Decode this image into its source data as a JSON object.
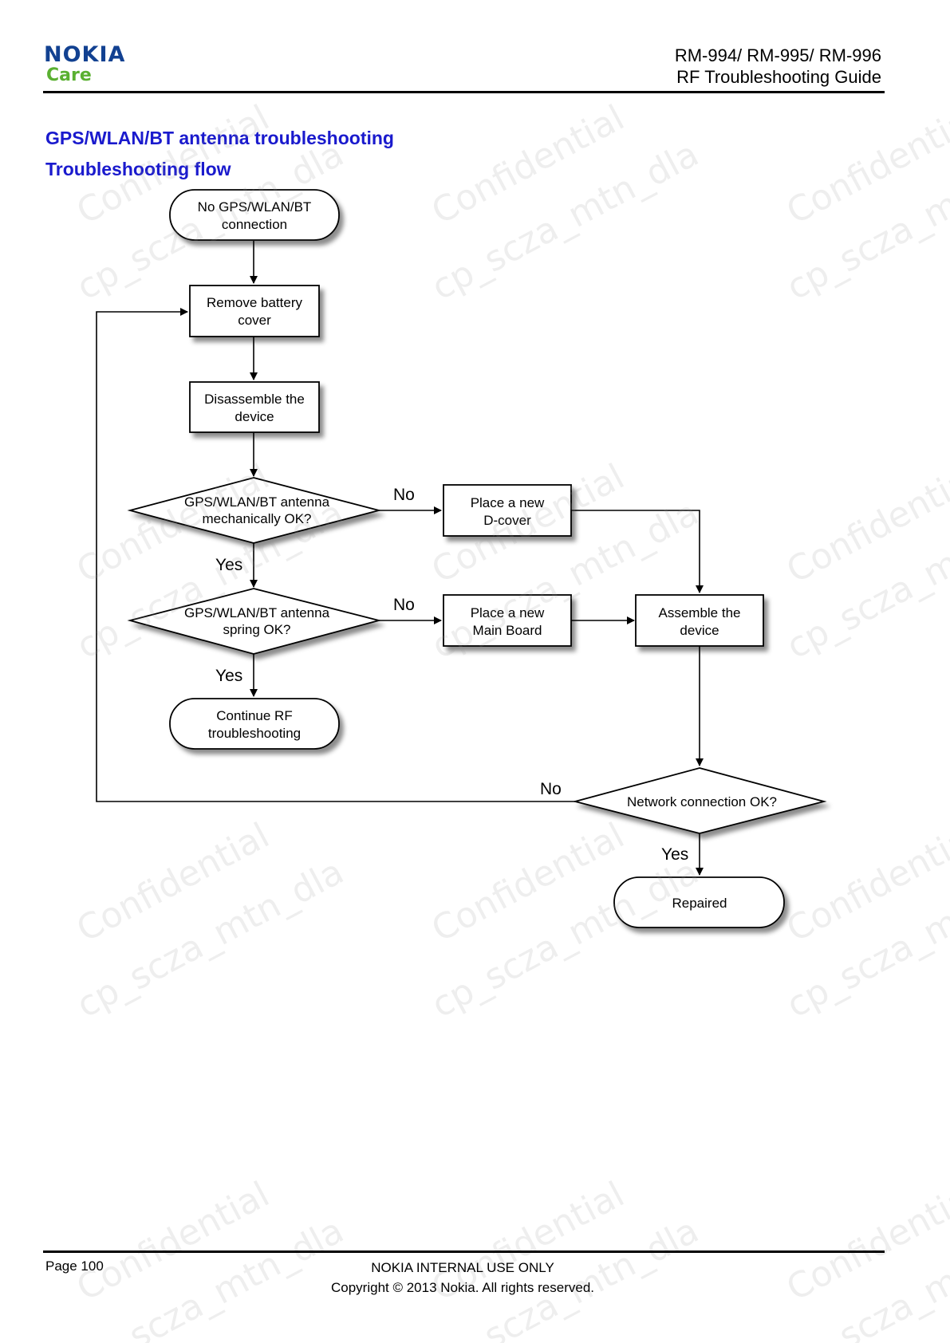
{
  "header": {
    "logo_primary": "NOKIA",
    "logo_secondary": "Care",
    "model_line": "RM-994/ RM-995/ RM-996",
    "guide_title": "RF Troubleshooting Guide"
  },
  "section": {
    "title": "GPS/WLAN/BT antenna troubleshooting",
    "subtitle": "Troubleshooting flow"
  },
  "flowchart": {
    "start": [
      "No GPS/WLAN/BT",
      "connection"
    ],
    "remove_cover": [
      "Remove battery",
      "cover"
    ],
    "disassemble": [
      "Disassemble the",
      "device"
    ],
    "check_mechanical": [
      "GPS/WLAN/BT antenna",
      "mechanically OK?"
    ],
    "check_spring": [
      "GPS/WLAN/BT antenna",
      "spring OK?"
    ],
    "continue": [
      "Continue RF",
      "troubleshooting"
    ],
    "new_dcover": [
      "Place a new",
      "D-cover"
    ],
    "new_mainboard": [
      "Place a new",
      "Main Board"
    ],
    "assemble": [
      "Assemble the",
      "device"
    ],
    "check_network": [
      "Network connection OK?"
    ],
    "repaired": [
      "Repaired"
    ],
    "label_no": "No",
    "label_yes": "Yes"
  },
  "watermark": {
    "line1": "Confidential",
    "line2": "cp_scza_mtn_dla"
  },
  "footer": {
    "page": "Page 100",
    "classification": "NOKIA INTERNAL USE ONLY",
    "copyright": "Copyright © 2013 Nokia. All rights reserved."
  },
  "colors": {
    "logo_blue": "#124191",
    "logo_green": "#5ab031",
    "heading_blue": "#1a1acd"
  }
}
